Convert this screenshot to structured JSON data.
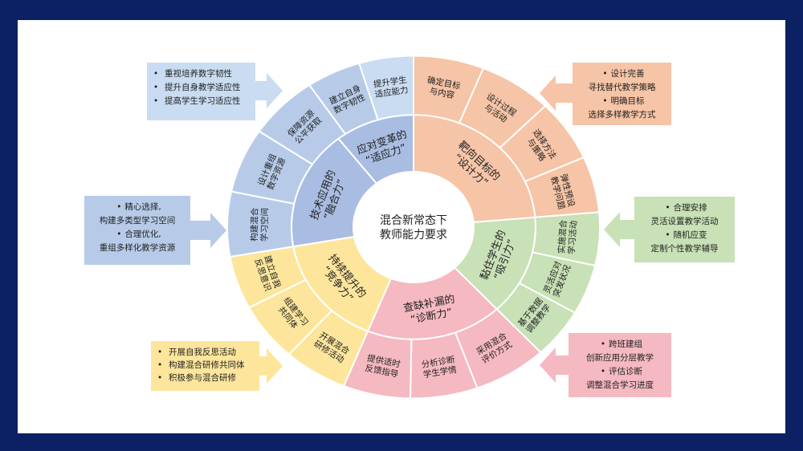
{
  "center": {
    "line1": "混合新常态下",
    "line2": "教师能力要求"
  },
  "colors": {
    "background": "#0b2163",
    "blue": "#b7cbe9",
    "blue_inner": "#a9bde2",
    "blue_light": "#c9dcf1",
    "orange": "#f6c4a6",
    "green": "#c8e1b6",
    "pink": "#f5b9c1",
    "yellow": "#fde69c"
  },
  "inner_ring": [
    {
      "id": "adapt",
      "lines": [
        "应对变革的",
        "“适应力”"
      ]
    },
    {
      "id": "fusion",
      "lines": [
        "技术应用的",
        "“融合力”"
      ]
    },
    {
      "id": "design",
      "lines": [
        "靶向目标的",
        "“设计力”"
      ]
    },
    {
      "id": "attract",
      "lines": [
        "黏住学生的",
        "“吸引力”"
      ]
    },
    {
      "id": "diagnose",
      "lines": [
        "查缺补漏的",
        "“诊断力”"
      ]
    },
    {
      "id": "compete",
      "lines": [
        "持续提升的",
        "“竞争力”"
      ]
    }
  ],
  "outer_ring": [
    {
      "lines": [
        "提升学生",
        "适应能力"
      ]
    },
    {
      "lines": [
        "建立自身",
        "数字韧性"
      ]
    },
    {
      "lines": [
        "保障资源",
        "公平获取"
      ]
    },
    {
      "lines": [
        "设计重组",
        "数字资源"
      ]
    },
    {
      "lines": [
        "构建混合",
        "学习空间"
      ]
    },
    {
      "lines": [
        "确定目标",
        "与内容"
      ]
    },
    {
      "lines": [
        "设计过程",
        "与活动"
      ]
    },
    {
      "lines": [
        "选择方法",
        "与策略"
      ]
    },
    {
      "lines": [
        "弹性预设",
        "教学问题"
      ]
    },
    {
      "lines": [
        "实施混合",
        "学习活动"
      ]
    },
    {
      "lines": [
        "灵活应对",
        "突发状况"
      ]
    },
    {
      "lines": [
        "基于数据",
        "调整教学"
      ]
    },
    {
      "lines": [
        "采用混合",
        "评价方式"
      ]
    },
    {
      "lines": [
        "分析诊断",
        "学生学情"
      ]
    },
    {
      "lines": [
        "提供适时",
        "反馈指导"
      ]
    },
    {
      "lines": [
        "开展混合",
        "研修活动"
      ]
    },
    {
      "lines": [
        "组建学习",
        "共同体"
      ]
    },
    {
      "lines": [
        "建立自我",
        "反思意识"
      ]
    }
  ],
  "callouts": {
    "top_left": [
      "重视培养数字韧性",
      "提升自身教学适应性",
      "提高学生学习适应性"
    ],
    "left": [
      {
        "head": "精心选择,",
        "body": "构建多类型学习空间"
      },
      {
        "head": "合理优化,",
        "body": "重组多样化教学资源"
      }
    ],
    "bottom_left": [
      "开展自我反思活动",
      "构建混合研修共同体",
      "积极参与混合研修"
    ],
    "top_right": [
      {
        "head": "设计完善",
        "body": "寻找替代教学策略"
      },
      {
        "head": "明确目标",
        "body": "选择多样教学方式"
      }
    ],
    "right": [
      {
        "head": "合理安排",
        "body": "灵活设置教学活动"
      },
      {
        "head": "随机应变",
        "body": "定制个性教学辅导"
      }
    ],
    "bottom_right": [
      {
        "head": "跨班建组",
        "body": "创新应用分层教学"
      },
      {
        "head": "评估诊断",
        "body": "调整混合学习进度"
      }
    ]
  }
}
